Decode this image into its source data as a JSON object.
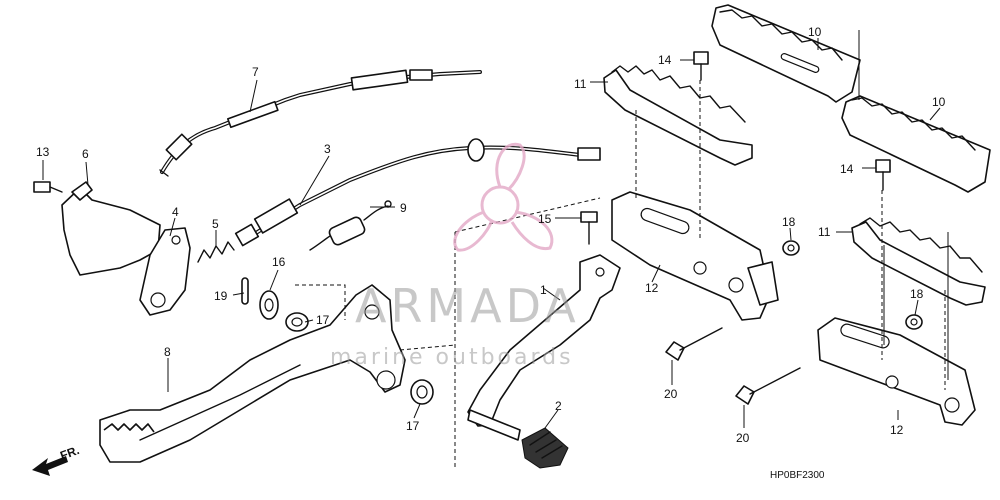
{
  "diagram": {
    "callouts": [
      "1",
      "2",
      "3",
      "4",
      "5",
      "6",
      "7",
      "8",
      "9",
      "10",
      "11",
      "12",
      "13",
      "14",
      "15",
      "16",
      "17",
      "18",
      "19",
      "20"
    ],
    "drawing_code": "HP0BF2300",
    "direction_marker": "FR."
  },
  "watermark": {
    "brand": "ARMADA",
    "tagline": "marine outboards",
    "accent_color": "#e3a8c6"
  }
}
